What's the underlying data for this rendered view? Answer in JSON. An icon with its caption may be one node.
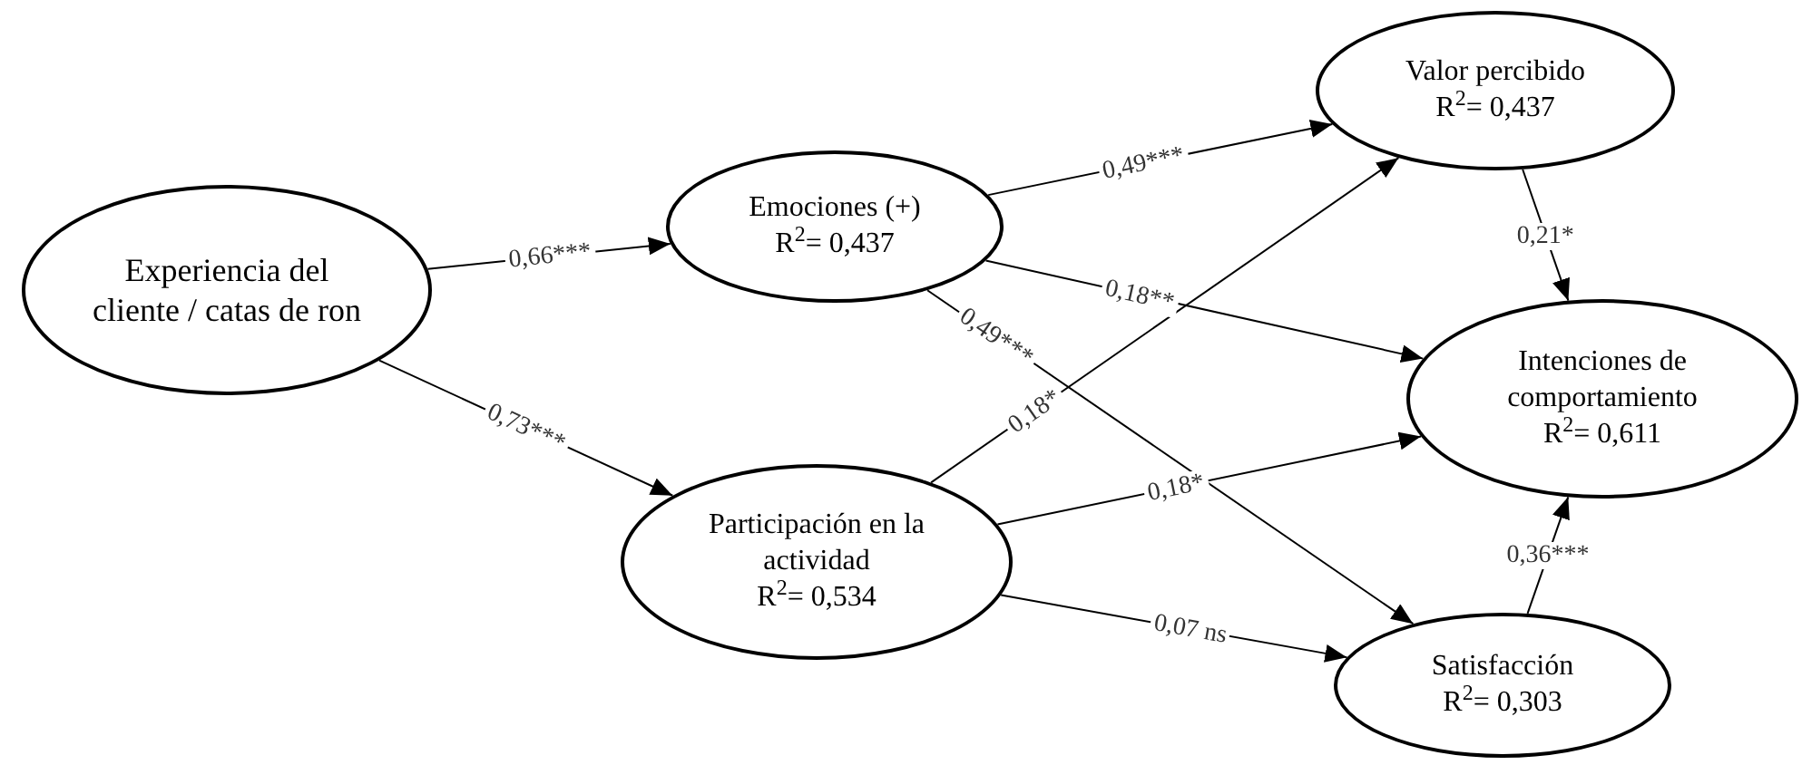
{
  "diagram": {
    "nodes": [
      {
        "text": [
          "Experiencia del cliente / catas de ron"
        ]
      },
      {
        "text": [
          "Emociones (+)",
          "R$^{2}$= 0,437"
        ]
      },
      {
        "text": [
          "Participación en la actividad",
          "R$^{2}$= 0,534"
        ]
      },
      {
        "text": [
          "Valor percibido",
          "R$^{2}$= 0,437"
        ]
      },
      {
        "text": [
          "Intenciones de comportamiento",
          "R$^{2}$= 0,611"
        ]
      },
      {
        "text": [
          "Satisfacción",
          "R$^{2}$= 0,303"
        ]
      }
    ],
    "edges": [
      {
        "from": 0,
        "to": 1,
        "arrow": "to",
        "label": "0,66***"
      },
      {
        "from": 0,
        "to": 2,
        "arrow": "to",
        "label": "0,73***"
      },
      {
        "from": 1,
        "to": 3,
        "arrow": "to",
        "label": "0,49***"
      },
      {
        "from": 1,
        "to": 4,
        "arrow": "to",
        "label": "0,18**"
      },
      {
        "from": 1,
        "to": 5,
        "arrow": "to",
        "label": "0,49***"
      },
      {
        "from": 2,
        "to": 3,
        "arrow": "to",
        "label": "0,18*"
      },
      {
        "from": 2,
        "to": 4,
        "arrow": "to",
        "label": "0,18*"
      },
      {
        "from": 2,
        "to": 5,
        "arrow": "to",
        "label": "0,07 ns"
      },
      {
        "from": 3,
        "to": 4,
        "arrow": "to",
        "label": "0,21*"
      },
      {
        "from": 5,
        "to": 4,
        "arrow": "to",
        "label": "0,36***"
      }
    ]
  }
}
